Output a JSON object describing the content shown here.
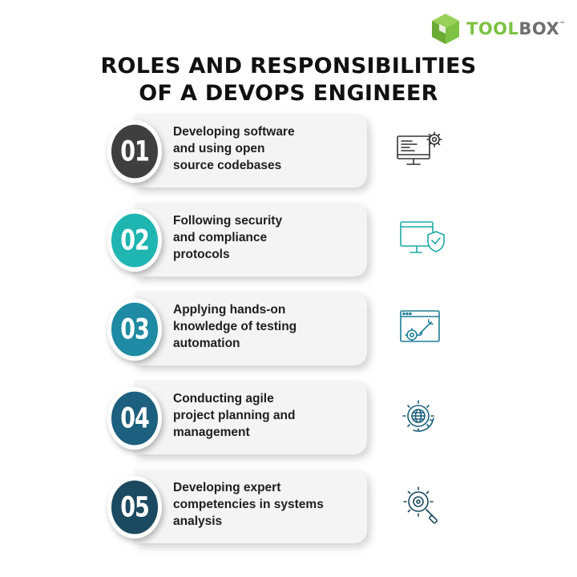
{
  "brand": {
    "name_part1": "TOOL",
    "name_part2": "BOX",
    "trademark": "™",
    "colors": {
      "green": "#7dc242",
      "gray": "#6f6f6f"
    }
  },
  "title": {
    "line1": "ROLES AND RESPONSIBILITIES",
    "line2": "OF A DEVOPS ENGINEER"
  },
  "items": [
    {
      "number": "01",
      "lines": [
        "Developing software",
        "and using open",
        "source codebases"
      ],
      "color": "#3f3f3f",
      "icon": "monitor-code-gear-icon"
    },
    {
      "number": "02",
      "lines": [
        "Following security",
        "and compliance",
        "protocols"
      ],
      "color": "#1fb5b1",
      "icon": "monitor-shield-icon"
    },
    {
      "number": "03",
      "lines": [
        "Applying hands-on",
        "knowledge of testing",
        "automation"
      ],
      "color": "#1e8aa3",
      "icon": "browser-wrench-gear-icon"
    },
    {
      "number": "04",
      "lines": [
        "Conducting agile",
        "project planning and",
        "management"
      ],
      "color": "#1d5f7e",
      "icon": "gear-globe-cycle-icon"
    },
    {
      "number": "05",
      "lines": [
        "Developing expert",
        "competencies in systems",
        "analysis"
      ],
      "color": "#1b4a60",
      "icon": "gear-magnifier-icon"
    }
  ]
}
